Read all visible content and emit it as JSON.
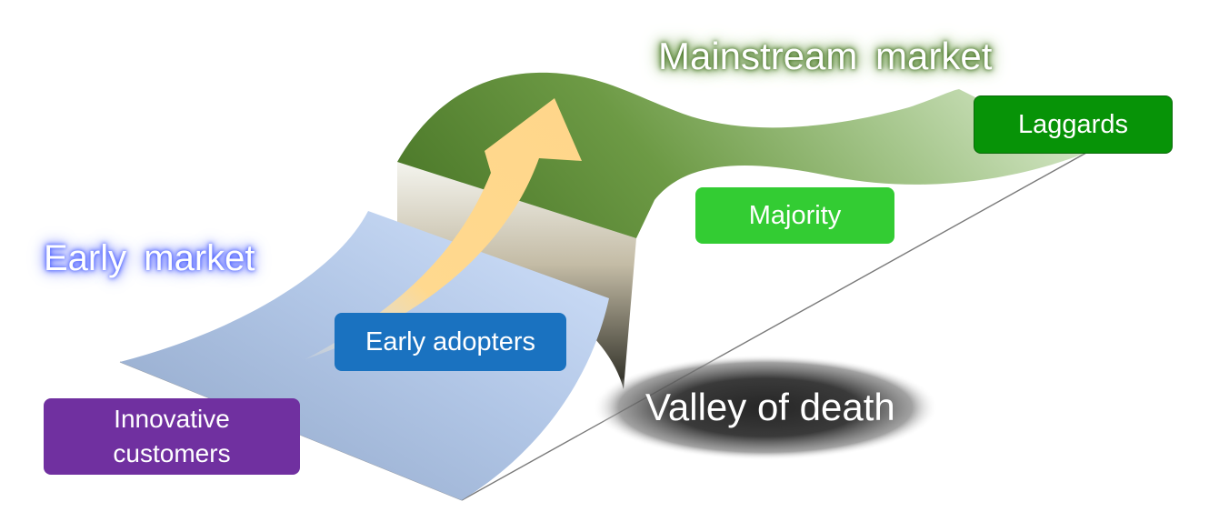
{
  "labels": {
    "innovative_customers": "Innovative\ncustomers",
    "early_adopters": "Early adopters",
    "majority": "Majority",
    "laggards": "Laggards"
  },
  "headings": {
    "early_market": "Early  market",
    "mainstream_market": "Mainstream  market",
    "valley_of_death": "Valley of death"
  },
  "colors": {
    "innovative_customers": "#7030a0",
    "early_adopters": "#1a72c0",
    "majority": "#33cc33",
    "laggards": "#079307",
    "early_market_surface": "#a9c2e8",
    "mainstream_surface": "#5d8e3b",
    "arrow": "#ffd98f",
    "valley_shadow": "#333333"
  }
}
